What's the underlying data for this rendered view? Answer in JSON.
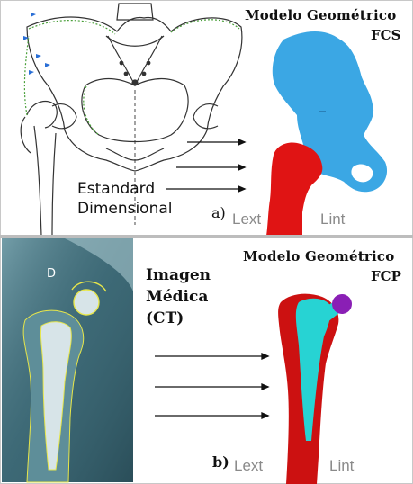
{
  "panel_a": {
    "title": "Modelo Geométrico",
    "subtitle": "FCS",
    "source_label_line1": "Estandard",
    "source_label_line2": "Dimensional",
    "part_letter": "a)",
    "left_label": "Lext",
    "right_label": "Lint"
  },
  "panel_b": {
    "title": "Modelo Geométrico",
    "subtitle": "FCP",
    "source_label_line1": "Imagen",
    "source_label_line2": "Médica",
    "source_label_line3": "(CT)",
    "part_letter": "b)",
    "left_label": "Lext",
    "right_label": "Lint",
    "xray_marker": "D"
  },
  "colors": {
    "pelvis_model": "#3ba7e4",
    "femur_model": "#e01414",
    "implant_model": "#27d3d3",
    "implant_head": "#8a1fb5"
  }
}
